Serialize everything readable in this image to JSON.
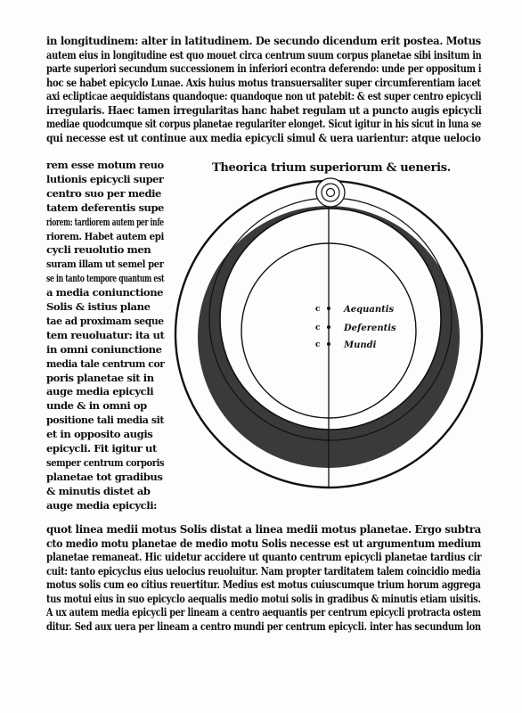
{
  "top_lines": [
    "in longitudinem: alter in latitudinem. De secundo dicendum erit postea. Motus",
    "autem eius in longitudine est quo mouet circa centrum suum corpus planetae sibi insitum in",
    "parte superiori secundum successionem in inferiori econtra deferendo: unde per oppositum i",
    "hoc se habet epicyclo Lunae. Axis huius motus transuersaliter super circumferentiam iacet",
    "axi eclipticae aequidistans quandoque: quandoque non ut patebit: & est super centro epicycli",
    "irregularis. Haec tamen irregularitas hanc habet regulam ut a puncto augis epicycli",
    "mediae quodcumque sit corpus planetae regulariter elonget. Sicut igitur in his sicut in luna se",
    "qui necesse est ut continue aux media epicycli simul & uera uarientur: atque uelocio"
  ],
  "narrow_lines": [
    "rem esse motum reuo",
    "lutionis epicycli super",
    "centro suo per medie",
    "tatem deferentis supe",
    "riorem: tardiorem autem per infe",
    "riorem. Habet autem epi",
    "cycli reuolutio men",
    "suram illam ut semel per",
    "se in tanto tempore quantum est",
    "a media coniunctione",
    "Solis & istius plane",
    "tae ad proximam seque",
    "tem reuoluatur: ita ut",
    "in omni coniunctione",
    "media tale centrum cor",
    "poris planetae sit in",
    "auge media epicycli",
    "unde & in omni op",
    "positione tali media sit",
    "et in opposito augis",
    "epicycli. Fit igitur ut",
    "semper centrum corporis",
    "planetae tot gradibus",
    "& minutis distet ab",
    "auge media epicycli:"
  ],
  "bottom_lines": [
    "quot linea medii motus Solis distat a linea medii motus planetae. Ergo subtra",
    "cto medio motu planetae de medio motu Solis necesse est ut argumentum medium",
    "planetae remaneat. Hic uidetur accidere ut quanto centrum epicycli planetae tardius cir",
    "cuit: tanto epicyclus eius uelocius reuoluitur. Nam propter tarditatem talem coincidio media",
    "motus solis cum eo citius reuertitur. Medius est motus cuiuscumque trium horum aggrega",
    "tus motui eius in suo epicyclo aequalis medio motui solis in gradibus & minutis etiam uisitis.",
    "A  ux autem media epicycli per lineam a centro aequantis per centrum epicycli protracta ostem",
    "ditur. Sed aux uera per lineam a centro mundi per centrum epicycli. inter has secundum lon"
  ],
  "diagram": {
    "title": "Theorica trium superiorum & ueneris.",
    "labels": [
      "Aequantis",
      "Deferentis",
      "Mundi"
    ],
    "center_marks": [
      "c",
      "c",
      "c"
    ],
    "ink_color": "#111111",
    "paper_color": "#fdfdfb",
    "band_color": "#3a3a3a"
  }
}
